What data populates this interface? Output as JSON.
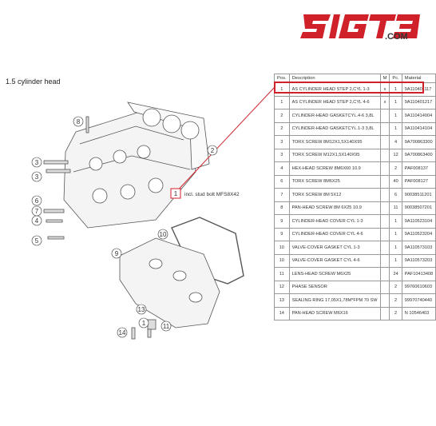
{
  "brand": {
    "logo_text": "SIGTB",
    "domain": ".COM",
    "logo_color": "#d0202a"
  },
  "section": {
    "title": "1.5  cylinder head"
  },
  "note": {
    "number": "1",
    "text": "incl. stud bolt MFS8X42"
  },
  "callouts": [
    "8",
    "2",
    "3",
    "3",
    "6",
    "7",
    "4",
    "5",
    "10",
    "9",
    "13",
    "1",
    "11",
    "14"
  ],
  "table": {
    "headers": {
      "pos": "Pos.",
      "description": "Description",
      "m": "M",
      "pc": "Pc.",
      "material": "Material"
    },
    "rows": [
      {
        "pos": "1",
        "description": "AS CYLINDER HEAD STEP 2,CYL 1-3",
        "m": "x",
        "pc": "1",
        "material": "9A110401117"
      },
      {
        "pos": "1",
        "description": "AS CYLINDER HEAD STEP 2,CYL 4-6",
        "m": "x",
        "pc": "1",
        "material": "9A110401217"
      },
      {
        "pos": "2",
        "description": "CYLINDER-HEAD GASKETCYL.4-6 3,8L",
        "m": "",
        "pc": "1",
        "material": "9A110414004"
      },
      {
        "pos": "2",
        "description": "CYLINDER-HEAD GASKETCYL.1-3 3,8L",
        "m": "",
        "pc": "1",
        "material": "9A110414104"
      },
      {
        "pos": "3",
        "description": "TORX SCREW 8M12X1,5X140X95",
        "m": "",
        "pc": "4",
        "material": "9A700863300"
      },
      {
        "pos": "3",
        "description": "TORX SCREW M12X1,5X140X95",
        "m": "",
        "pc": "12",
        "material": "9A700863400"
      },
      {
        "pos": "4",
        "description": "HEX-HEAD SCREW 8M6X60 10.9",
        "m": "",
        "pc": "2",
        "material": "PAF008137"
      },
      {
        "pos": "6",
        "description": "TORX SCREW 8M6X25",
        "m": "",
        "pc": "40",
        "material": "PAF008127"
      },
      {
        "pos": "7",
        "description": "TORX SCREW 8M 5X12",
        "m": "",
        "pc": "6",
        "material": "90038511201"
      },
      {
        "pos": "8",
        "description": "PAN-HEAD SCREW 8M 6X25 10.9",
        "m": "",
        "pc": "11",
        "material": "90038507201"
      },
      {
        "pos": "9",
        "description": "CYLINDER-HEAD COVER CYL 1-3",
        "m": "",
        "pc": "1",
        "material": "9A110523104"
      },
      {
        "pos": "9",
        "description": "CYLINDER-HEAD COVER CYL 4-6",
        "m": "",
        "pc": "1",
        "material": "9A110523204"
      },
      {
        "pos": "10",
        "description": "VALVE-COVER GASKET CYL 1-3",
        "m": "",
        "pc": "1",
        "material": "9A110573103"
      },
      {
        "pos": "10",
        "description": "VALVE-COVER GASKET CYL 4-6",
        "m": "",
        "pc": "1",
        "material": "9A110573203"
      },
      {
        "pos": "11",
        "description": "LENS-HEAD SCREW M6X25",
        "m": "",
        "pc": "24",
        "material": "PAF10413408"
      },
      {
        "pos": "12",
        "description": "PHASE SENSOR",
        "m": "",
        "pc": "2",
        "material": "99760610603"
      },
      {
        "pos": "13",
        "description": "SEALING RING 17,05X1,78M*FPM 70 SW",
        "m": "",
        "pc": "2",
        "material": "99970740440"
      },
      {
        "pos": "14",
        "description": "PAN-HEAD SCREW M6X16",
        "m": "",
        "pc": "2",
        "material": "N 10546403"
      }
    ]
  }
}
